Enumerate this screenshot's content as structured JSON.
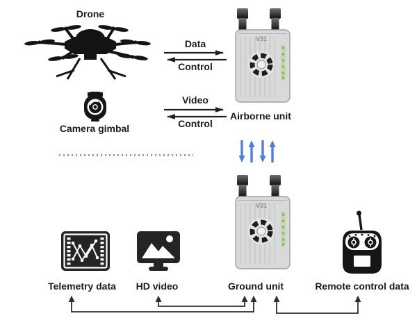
{
  "nodes": {
    "drone": "Drone",
    "camera_gimbal": "Camera gimbal",
    "airborne_unit": "Airborne unit",
    "ground_unit": "Ground unit",
    "telemetry": "Telemetry data",
    "hd_video": "HD video",
    "remote_control": "Remote control data"
  },
  "device": {
    "model": "V31"
  },
  "links": {
    "drone_to_airborne": {
      "forward": "Data",
      "back": "Control"
    },
    "gimbal_to_airborne": {
      "forward": "Video",
      "back": "Control"
    },
    "airborne_ground": {
      "arrows": "down,up,down,up"
    },
    "ground_to_telemetry": "bidirectional",
    "ground_to_hd_video": "bidirectional",
    "remote_to_ground": "bidirectional"
  },
  "colors": {
    "blue_arrow": "#4b7fdb",
    "dotted_line": "#7fa0dd",
    "ink": "#1f1f1f",
    "device_body": "#d9d9d9",
    "led_green": "#7ed321"
  }
}
